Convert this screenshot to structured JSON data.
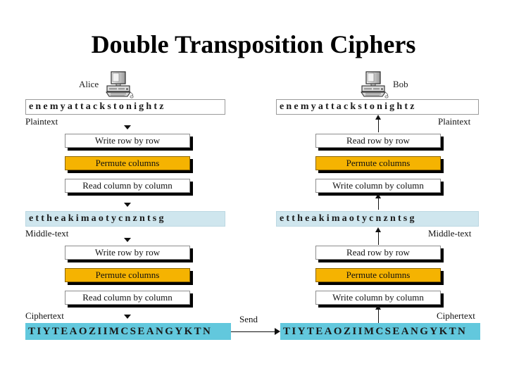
{
  "slide": {
    "title": "Double Transposition Ciphers"
  },
  "endpoints": {
    "alice": {
      "label": "Alice",
      "icon": "computer-icon"
    },
    "bob": {
      "label": "Bob",
      "icon": "computer-icon"
    }
  },
  "labels": {
    "plaintext": "Plaintext",
    "middletext": "Middle-text",
    "ciphertext": "Ciphertext",
    "send": "Send"
  },
  "text_values": {
    "plaintext": "enemyattackstonightz",
    "middletext": "ettheakimaotycnzntsg",
    "ciphertext": "TIYTEAOZIIMCSEANGYKTN"
  },
  "colors": {
    "accent_step": "#F5B301",
    "middle_bar": "#cfe6ee",
    "cipher_bar": "#62c8dd",
    "bar_border": "#9a9a9a",
    "shadow": "#000000",
    "text": "#000000"
  },
  "encrypt_column": {
    "owner": "Alice",
    "direction": "down",
    "round_one": [
      {
        "label": "Write row by row",
        "accent": false
      },
      {
        "label": "Permute columns",
        "accent": true
      },
      {
        "label": "Read column by column",
        "accent": false
      }
    ],
    "round_two": [
      {
        "label": "Write row by row",
        "accent": false
      },
      {
        "label": "Permute columns",
        "accent": true
      },
      {
        "label": "Read column by column",
        "accent": false
      }
    ]
  },
  "decrypt_column": {
    "owner": "Bob",
    "direction": "up",
    "round_one": [
      {
        "label": "Read row by row",
        "accent": false
      },
      {
        "label": "Permute columns",
        "accent": true
      },
      {
        "label": "Write column by column",
        "accent": false
      }
    ],
    "round_two": [
      {
        "label": "Read row by row",
        "accent": false
      },
      {
        "label": "Permute columns",
        "accent": true
      },
      {
        "label": "Write column by column",
        "accent": false
      }
    ]
  }
}
